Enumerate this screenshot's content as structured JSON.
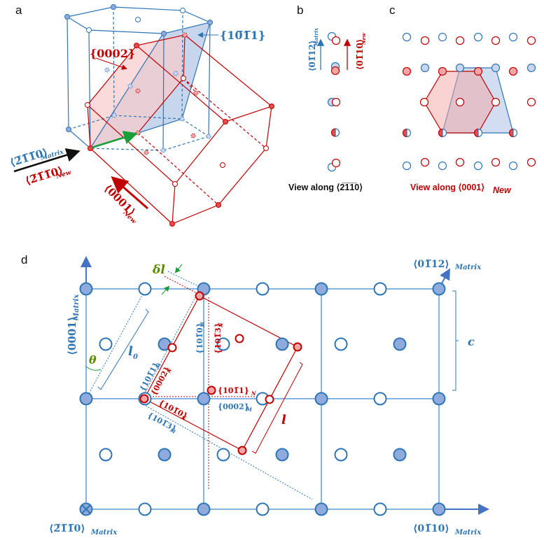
{
  "panels": {
    "a": {
      "label": "a",
      "plane_matrix": "{10̅1̅1}",
      "plane_new": "{0002}",
      "dir_matrix": "⟨2̅1̅1̅0⟩",
      "dir_matrix_sub": "Matrix",
      "dir_new": "⟨2̅1̅1̅0⟩",
      "dir_new_sub": "New",
      "dir_c_new": "⟨0001⟩",
      "dir_c_new_sub": "New"
    },
    "b": {
      "label": "b",
      "axis_matrix": "⟨01̅12⟩",
      "axis_matrix_sub": "Matrix",
      "axis_new": "⟨01̅10⟩",
      "axis_new_sub": "New",
      "caption": "View along ⟨2̅1̅1̅0⟩"
    },
    "c": {
      "label": "c",
      "caption": "View along ⟨0001⟩",
      "caption_sub": "New"
    },
    "d": {
      "label": "d",
      "axis_up": "⟨0001⟩",
      "axis_up_sub": "Matrix",
      "axis_diag": "⟨01̅12⟩",
      "axis_diag_sub": "Matrix",
      "axis_right": "⟨01̅10⟩",
      "axis_right_sub": "Matrix",
      "axis_out": "⟨2̅1̅1̅0⟩",
      "axis_out_sub": "Matrix",
      "delta_l": "δl",
      "l0": "l",
      "l0_sub": "0",
      "theta": "θ",
      "l": "l",
      "c": "c",
      "plane_1011_M": "{101̅1}",
      "plane_0002_N": "{0002}",
      "plane_1010_M": "{101̅0}",
      "plane_1013_N": "{101̅3}",
      "plane_1011_N": "{101̅1}",
      "plane_0002_M": "{0002}",
      "plane_1010_N": "{101̅0}",
      "plane_1013_M": "{101̅3}",
      "sub_M": "M",
      "sub_N": "N"
    }
  },
  "colors": {
    "matrix_blue": "#2e75b6",
    "matrix_fill": "#8faadc",
    "new_red": "#c00000",
    "new_fill": "#f4a6a6",
    "arrow_green": "#1a9e3a",
    "plane_blue_fill": "#b4c7e7",
    "plane_red_fill": "#f8cbcb",
    "theta_green": "#5a8a00"
  }
}
